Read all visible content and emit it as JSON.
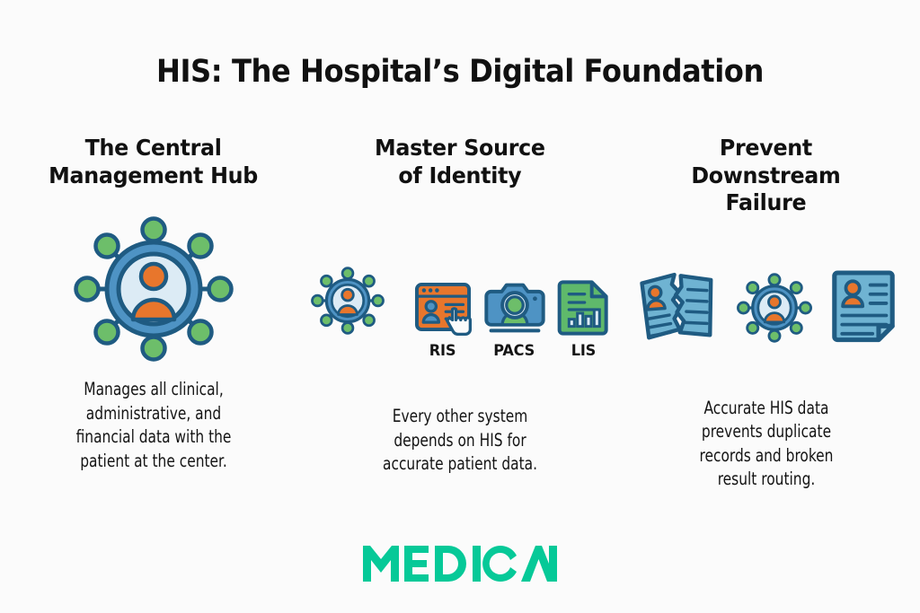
{
  "title": "HIS: The Hospital’s Digital Foundation",
  "colors": {
    "background": "#fbfbfb",
    "text": "#111111",
    "brand_teal": "#06C998",
    "icon_navy": "#1F5B82",
    "icon_blue": "#4E93C4",
    "icon_light_blue": "#6FB3D2",
    "icon_pale_blue": "#DCEBF5",
    "icon_orange": "#E8762C",
    "icon_green": "#6DBE6A"
  },
  "columns": [
    {
      "heading": "The Central\nManagement Hub",
      "icon": "hub-network-icon",
      "body": "Manages all clinical,\nadministrative, and\nfinancial data with the\npatient at the center."
    },
    {
      "heading": "Master Source\nof Identity",
      "icon": "hub-network-icon",
      "systems": [
        {
          "icon": "ris-browser-icon",
          "label": "RIS"
        },
        {
          "icon": "pacs-camera-icon",
          "label": "PACS"
        },
        {
          "icon": "lis-document-chart-icon",
          "label": "LIS"
        }
      ],
      "body": "Every other system\ndepends on HIS for\naccurate patient data."
    },
    {
      "heading": "Prevent\nDownstream\nFailure",
      "icons": [
        "torn-document-icon",
        "hub-network-icon",
        "patient-record-document-icon"
      ],
      "body": "Accurate HIS data\nprevents duplicate\nrecords and broken\nresult routing."
    }
  ],
  "logo": {
    "text": "MEDICAI",
    "color": "#06C998"
  }
}
